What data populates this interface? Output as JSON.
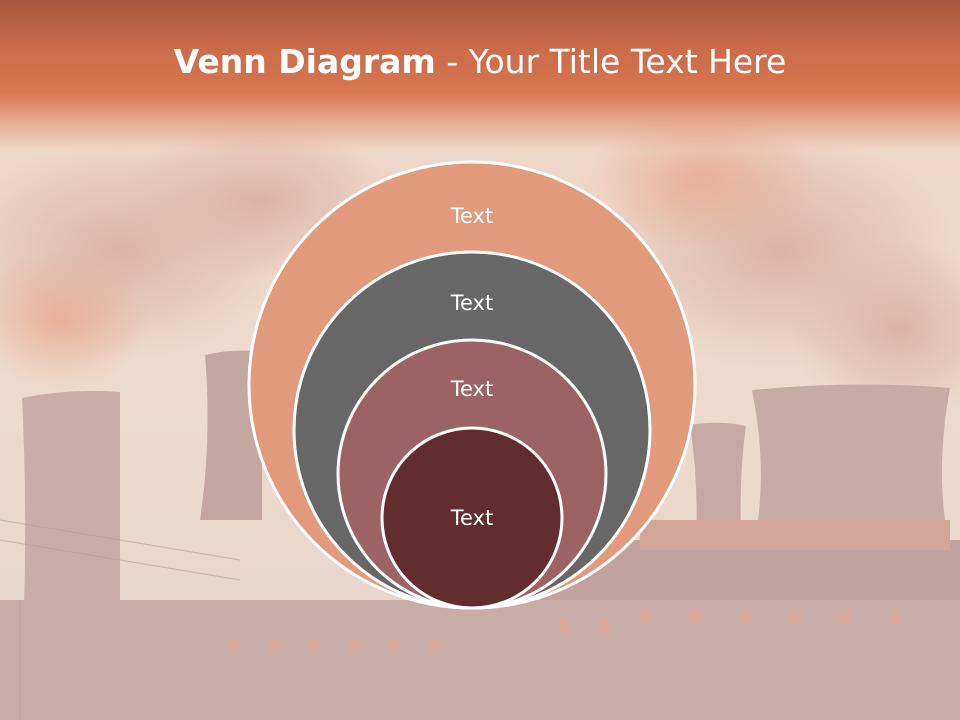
{
  "slide": {
    "title_bold": "Venn Diagram",
    "title_rest": " - Your Title Text Here"
  },
  "diagram": {
    "type": "nested-circles",
    "circles": [
      {
        "label": "Text",
        "fill": "#e29a7d",
        "text_color": "#ffffff"
      },
      {
        "label": "Text",
        "fill": "#676767",
        "text_color": "#ffffff"
      },
      {
        "label": "Text",
        "fill": "#9c6364",
        "text_color": "#ffffff"
      },
      {
        "label": "Text",
        "fill": "#622d2e",
        "text_color": "#ffffff"
      }
    ]
  },
  "colors": {
    "title_band": "#d7774f",
    "background": "#efd9cb",
    "circle_outline": "#ffffff"
  }
}
